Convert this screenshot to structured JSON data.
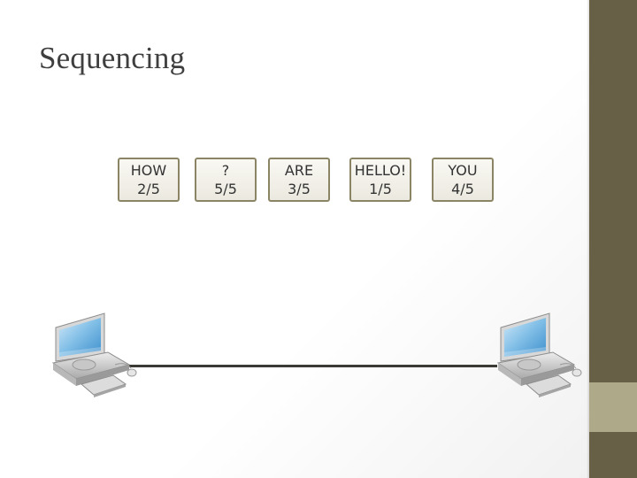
{
  "slide": {
    "title": "Sequencing"
  },
  "packets": [
    {
      "word": "HOW",
      "seq": "2/5"
    },
    {
      "word": "?",
      "seq": "5/5"
    },
    {
      "word": "ARE",
      "seq": "3/5"
    },
    {
      "word": "HELLO!",
      "seq": "1/5"
    },
    {
      "word": "YOU",
      "seq": "4/5"
    }
  ],
  "icons": {
    "left": "computer-icon",
    "right": "computer-icon"
  },
  "colors": {
    "side_bar": "#676047",
    "side_bar_accent": "#aea988",
    "packet_border": "#8b8565"
  }
}
